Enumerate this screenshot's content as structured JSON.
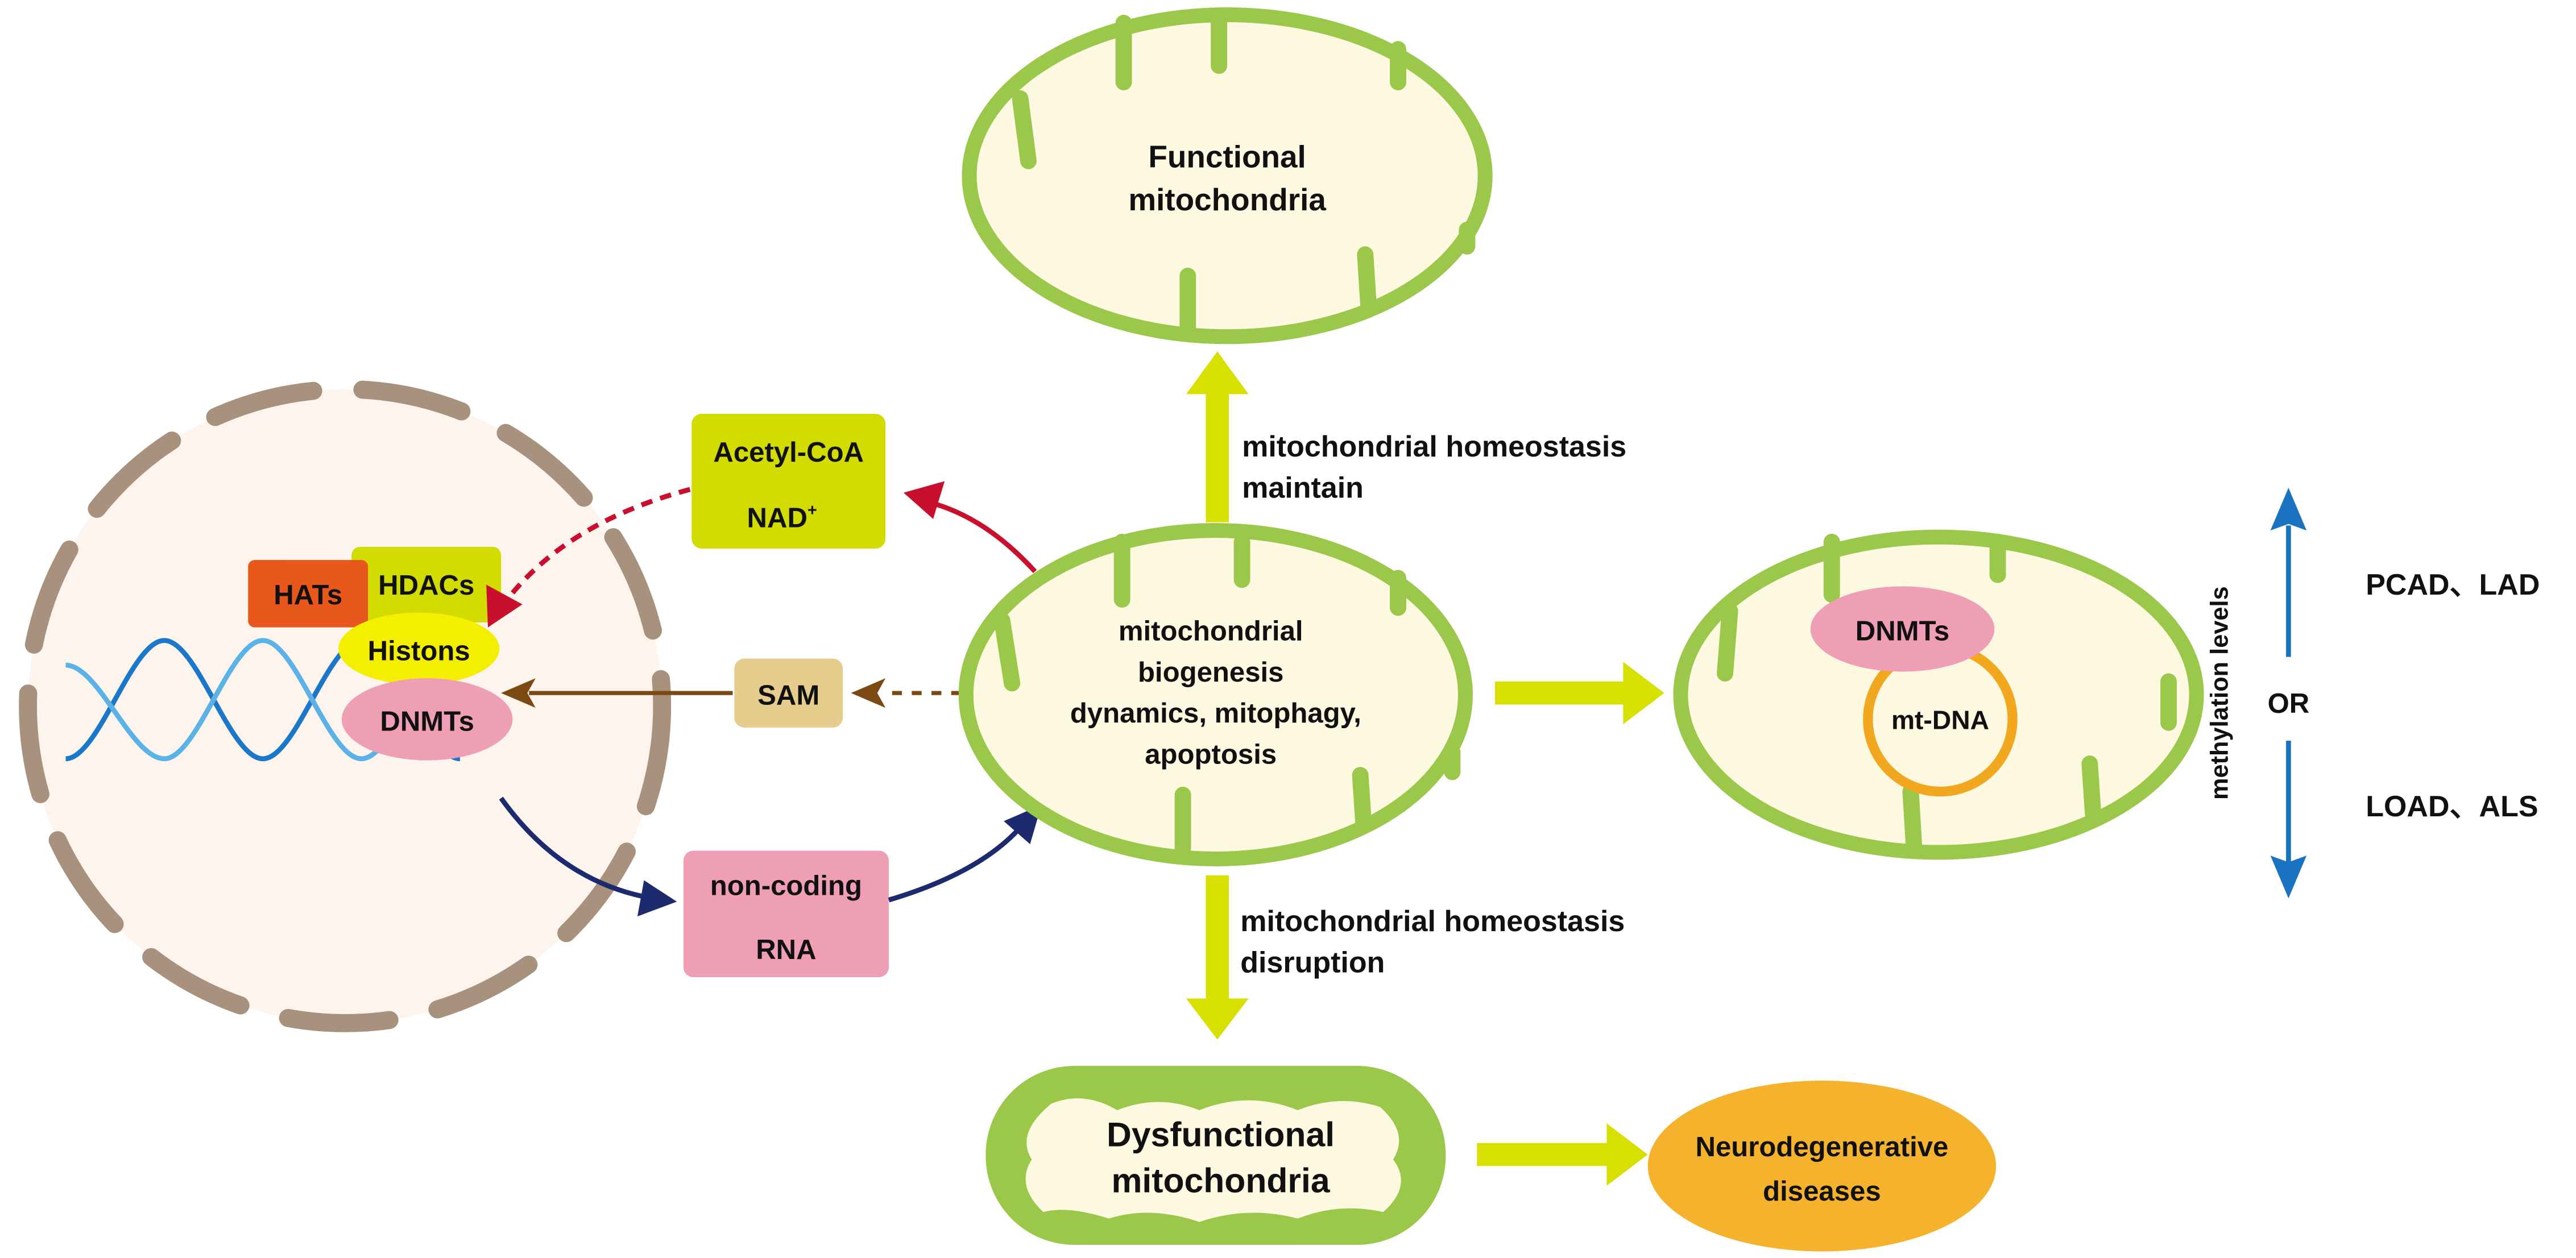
{
  "colors": {
    "mito_stroke": "#9bc84a",
    "mito_fill": "#fdf8e0",
    "yellow_arrow": "#d7e000",
    "red_arrow": "#c8102e",
    "brown_arrow": "#7a4a12",
    "navy_arrow": "#1e2a6e",
    "blue_arrow": "#1a73c0",
    "nucleus_fill": "#fdf4ee",
    "nucleus_dash": "#a8927e",
    "acetyl_box": "#d2dc00",
    "hats_box": "#e8571c",
    "hdacs_box": "#d2dc00",
    "histons_fill": "#f4ef00",
    "dnmts_fill": "#ef9fb5",
    "sam_box": "#e6cd8d",
    "ncrna_box": "#ef9fb5",
    "neuro_fill": "#f5b32d",
    "mtdna_ring": "#f2a81e",
    "dna_strand_a": "#1a77c9",
    "dna_strand_b": "#5ab2e6"
  },
  "icons": [
    "mitochondrion-icon",
    "dna-helix-icon",
    "nucleus-icon",
    "arrow-icon"
  ],
  "labels": {
    "functional": [
      "Functional",
      "mitochondria"
    ],
    "acetyl_coa": "Acetyl-CoA",
    "nad": "NAD",
    "nad_sup": "+",
    "hats": "HATs",
    "hdacs": "HDACs",
    "histons": "Histons",
    "dnmts_nucleus": "DNMTs",
    "sam": "SAM",
    "noncoding": [
      "non-coding",
      "RNA"
    ],
    "center": [
      "mitochondrial",
      "biogenesis",
      "dynamics, mitophagy,",
      "apoptosis"
    ],
    "maintain": [
      "mitochondrial homeostasis",
      "maintain"
    ],
    "disruption": [
      "mitochondrial homeostasis",
      "disruption"
    ],
    "dnmts_mito": "DNMTs",
    "mtdna": "mt-DNA",
    "methylation": "methylation levels",
    "or": "OR",
    "pcad": "PCAD、LAD",
    "load": "LOAD、ALS",
    "dysfunctional": [
      "Dysfunctional",
      "mitochondria"
    ],
    "neuro": [
      "Neurodegenerative",
      "diseases"
    ]
  }
}
